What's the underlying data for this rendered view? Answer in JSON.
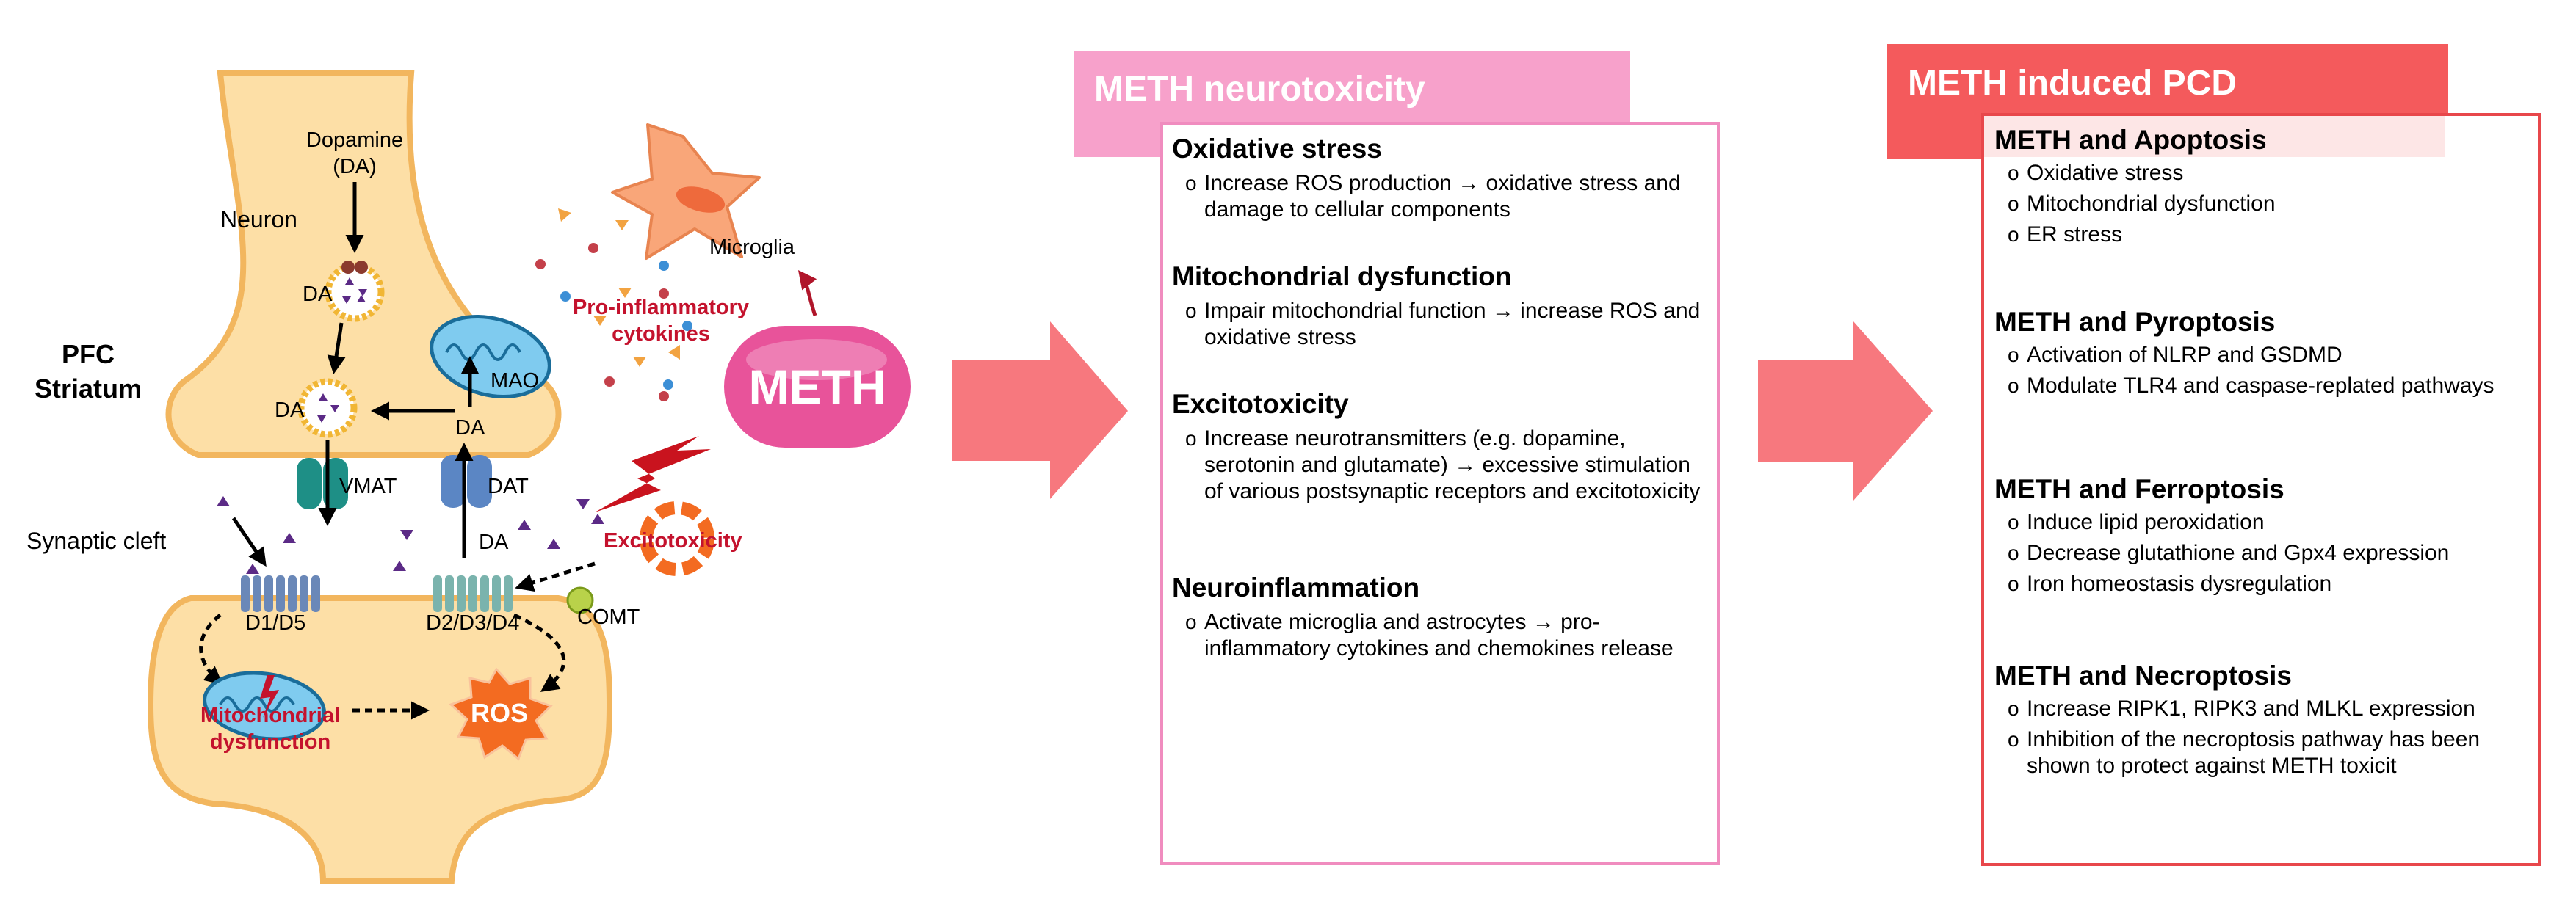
{
  "diagram": {
    "labels": {
      "dopamine": "Dopamine",
      "dopamine_abbr": "(DA)",
      "neuron": "Neuron",
      "region_line1": "PFC",
      "region_line2": "Striatum",
      "synaptic_cleft": "Synaptic cleft",
      "da_vesicle_top": "DA",
      "da_vesicle_mid": "DA",
      "da_reuptake": "DA",
      "da_cleft": "DA",
      "mao": "MAO",
      "vmat": "VMAT",
      "dat": "DAT",
      "receptor_d1": "D1/D5",
      "receptor_d2": "D2/D3/D4",
      "comt": "COMT",
      "mito_line1": "Mitochondrial",
      "mito_line2": "dysfunction",
      "ros": "ROS",
      "microglia": "Microglia",
      "cytokines_line1": "Pro-inflammatory",
      "cytokines_line2": "cytokines",
      "meth": "METH",
      "excitotoxicity": "Excitotoxicity"
    },
    "colors": {
      "neuron_fill": "#fddfa6",
      "neuron_stroke": "#f2b65e",
      "meth_fill": "#e8539a",
      "arrow_fill": "#f7787e",
      "alert_text": "#c4122d",
      "microglia_fill": "#f9a679",
      "ros_fill": "#f36b21",
      "dopamine_marker": "#5b2a86"
    }
  },
  "neurotoxicity": {
    "title": "METH neurotoxicity",
    "sections": [
      {
        "heading": "Oxidative stress",
        "items": [
          "Increase ROS production → oxidative stress and damage to cellular components"
        ]
      },
      {
        "heading": "Mitochondrial dysfunction",
        "items": [
          "Impair mitochondrial function → increase ROS and oxidative stress"
        ]
      },
      {
        "heading": "Excitotoxicity",
        "items": [
          "Increase neurotransmitters (e.g. dopamine, serotonin and glutamate) → excessive stimulation of various postsynaptic receptors and excitotoxicity"
        ]
      },
      {
        "heading": "Neuroinflammation",
        "items": [
          "Activate microglia and astrocytes → pro-inflammatory cytokines and chemokines release"
        ]
      }
    ]
  },
  "pcd": {
    "title": "METH induced PCD",
    "sections": [
      {
        "heading": "METH and Apoptosis",
        "items": [
          "Oxidative stress",
          "Mitochondrial dysfunction",
          "ER stress"
        ]
      },
      {
        "heading": "METH and Pyroptosis",
        "items": [
          "Activation of NLRP and GSDMD",
          "Modulate TLR4 and caspase-replated pathways"
        ]
      },
      {
        "heading": "METH and Ferroptosis",
        "items": [
          "Induce lipid peroxidation",
          "Decrease glutathione and Gpx4 expression",
          "Iron homeostasis dysregulation"
        ]
      },
      {
        "heading": "METH and Necroptosis",
        "items": [
          "Increase RIPK1, RIPK3 and MLKL expression",
          "Inhibition of the necroptosis pathway has been shown to protect against METH toxicit"
        ]
      }
    ]
  },
  "bullet_symbol": "o"
}
